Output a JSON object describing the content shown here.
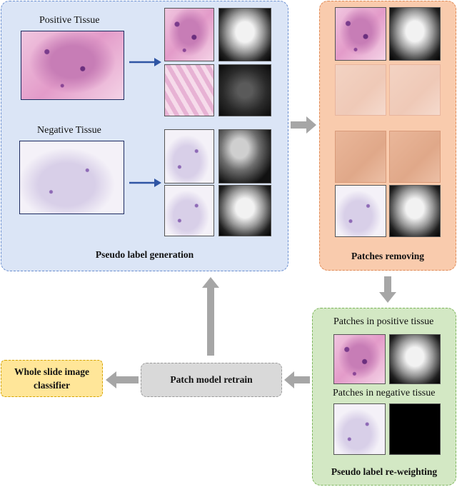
{
  "pseudo_label_generation": {
    "title": "Pseudo label generation",
    "positive_tissue_label": "Positive Tissue",
    "negative_tissue_label": "Negative Tissue"
  },
  "patches_removing": {
    "title": "Patches removing"
  },
  "pseudo_label_reweighting": {
    "title": "Pseudo label re-weighting",
    "positive_patches_label": "Patches in positive tissue",
    "negative_patches_label": "Patches in negative tissue"
  },
  "patch_model_retrain": {
    "label": "Patch model retrain"
  },
  "whole_slide_image_classifier": {
    "label": "Whole slide image classifier"
  },
  "colors": {
    "blue_panel": "#dbe5f6",
    "orange_panel": "#f9cbad",
    "green_panel": "#d3e8c4",
    "gray_box": "#d9d9d9",
    "yellow_box": "#ffe699",
    "arrow_blue": "#2f55a4",
    "arrow_gray": "#a6a6a6"
  }
}
